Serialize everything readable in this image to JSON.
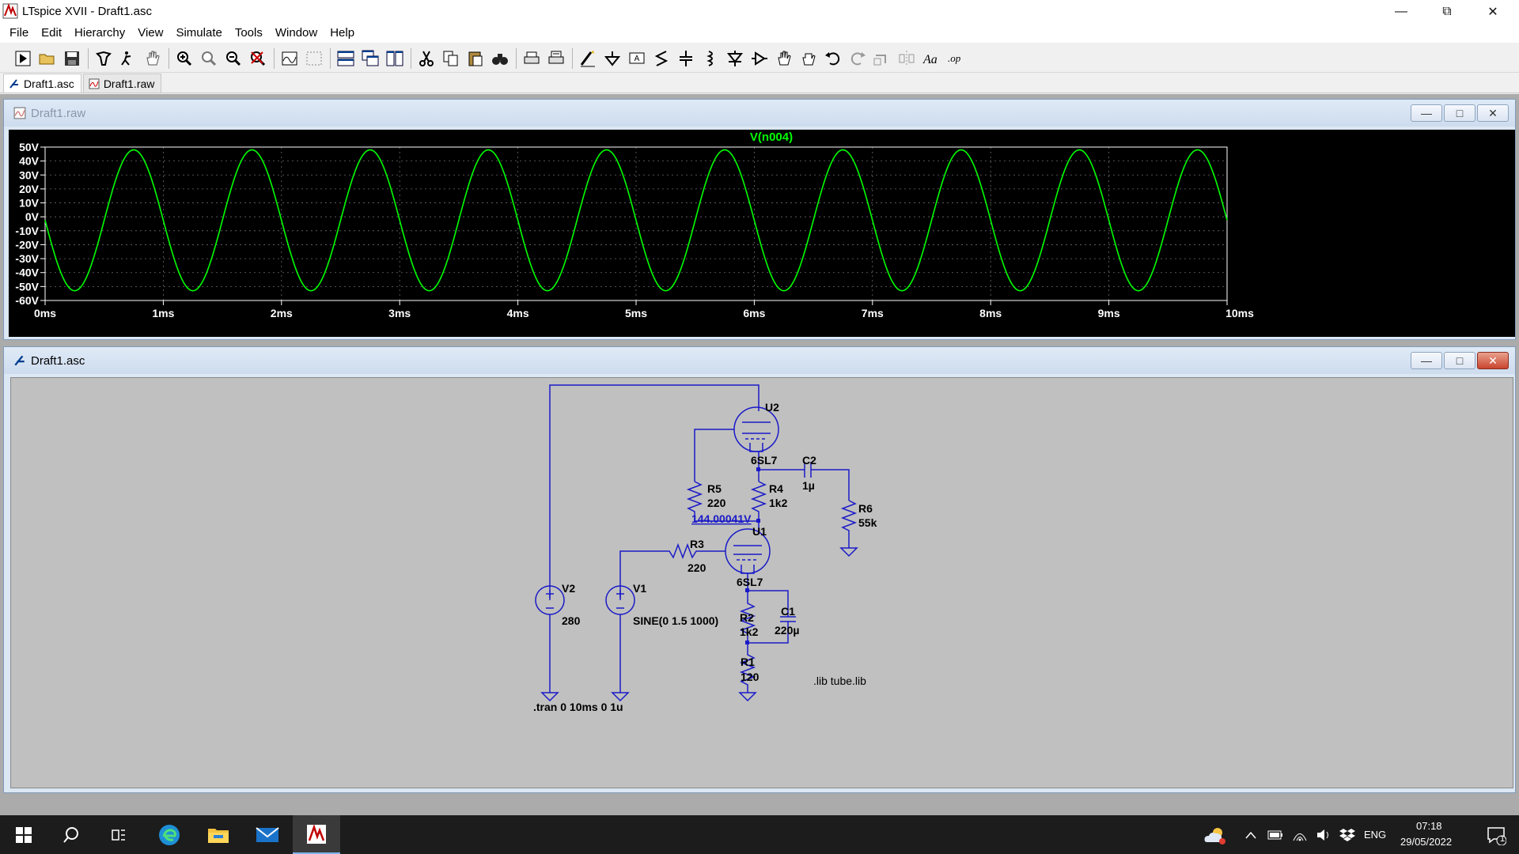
{
  "app": {
    "title": "LTspice XVII - Draft1.asc",
    "window_controls": [
      "minimize-icon",
      "restore-icon",
      "close-icon"
    ]
  },
  "menubar": {
    "items": [
      "File",
      "Edit",
      "Hierarchy",
      "View",
      "Simulate",
      "Tools",
      "Window",
      "Help"
    ]
  },
  "toolbar": {
    "buttons": [
      "run-icon",
      "open-icon",
      "save-icon",
      "control-panel-icon",
      "halt-icon",
      "pan-icon",
      "zoom-in-icon",
      "zoom-full-icon",
      "zoom-out-icon",
      "zoom-cancel-icon",
      "autorange-icon",
      "zoom-box-icon",
      "tile-horizontal-icon",
      "cascade-icon",
      "tile-vertical-icon",
      "cut-icon",
      "copy-icon",
      "paste-icon",
      "find-icon",
      "print-icon",
      "print-preview-icon",
      "draw-wire-icon",
      "ground-icon",
      "label-net-icon",
      "resistor-icon",
      "capacitor-icon",
      "inductor-icon",
      "diode-icon",
      "component-icon",
      "move-icon",
      "drag-icon",
      "undo-icon",
      "redo-icon",
      "rotate-icon",
      "mirror-icon",
      "text-icon",
      "spice-directive-icon"
    ]
  },
  "tabs": [
    {
      "label": "Draft1.asc",
      "icon": "schematic-icon",
      "active": true
    },
    {
      "label": "Draft1.raw",
      "icon": "waveform-icon",
      "active": false
    }
  ],
  "waveform_window": {
    "title": "Draft1.raw",
    "trace_label": "V(n004)",
    "trace_color": "#00ff00",
    "y_ticks": [
      "50V",
      "40V",
      "30V",
      "20V",
      "10V",
      "0V",
      "-10V",
      "-20V",
      "-30V",
      "-40V",
      "-50V",
      "-60V"
    ],
    "x_ticks": [
      "0ms",
      "1ms",
      "2ms",
      "3ms",
      "4ms",
      "5ms",
      "6ms",
      "7ms",
      "8ms",
      "9ms",
      "10ms"
    ]
  },
  "chart_data": {
    "type": "line",
    "title": "V(n004)",
    "xlabel": "",
    "ylabel": "",
    "xlim": [
      0,
      10
    ],
    "ylim": [
      -60,
      50
    ],
    "grid": true,
    "series": [
      {
        "name": "V(n004)",
        "color": "#00ff00",
        "kind": "sine",
        "offset": -2.5,
        "amplitude": 50.5,
        "frequency_per_ms": 1,
        "phase": "starts at 0V going negative"
      }
    ]
  },
  "schematic_window": {
    "title": "Draft1.asc",
    "labels": {
      "u2": "U2",
      "u2_model": "6SL7",
      "u1": "U1",
      "u1_model": "6SL7",
      "c2": "C2",
      "c2_val": "1µ",
      "r5": "R5",
      "r5_val": "220",
      "r4": "R4",
      "r4_val": "1k2",
      "r6": "R6",
      "r6_val": "55k",
      "r3": "R3",
      "r3_val": "220",
      "r2": "R2",
      "r2_val": "1k2",
      "r1": "R1",
      "r1_val": "120",
      "c1": "C1",
      "c1_val": "220µ",
      "v1": "V1",
      "v1_val": "SINE(0 1.5 1000)",
      "v2": "V2",
      "v2_val": "280",
      "node_voltage": "144.00041V",
      "tran": ".tran 0 10ms 0 1u",
      "lib": ".lib tube.lib"
    }
  },
  "taskbar": {
    "apps": [
      "windows-start-icon",
      "search-icon",
      "task-view-icon",
      "edge-icon",
      "file-explorer-icon",
      "mail-icon",
      "ltspice-icon"
    ],
    "tray": {
      "language": "ENG",
      "time": "07:18",
      "date": "29/05/2022",
      "notification_count": "1"
    }
  }
}
